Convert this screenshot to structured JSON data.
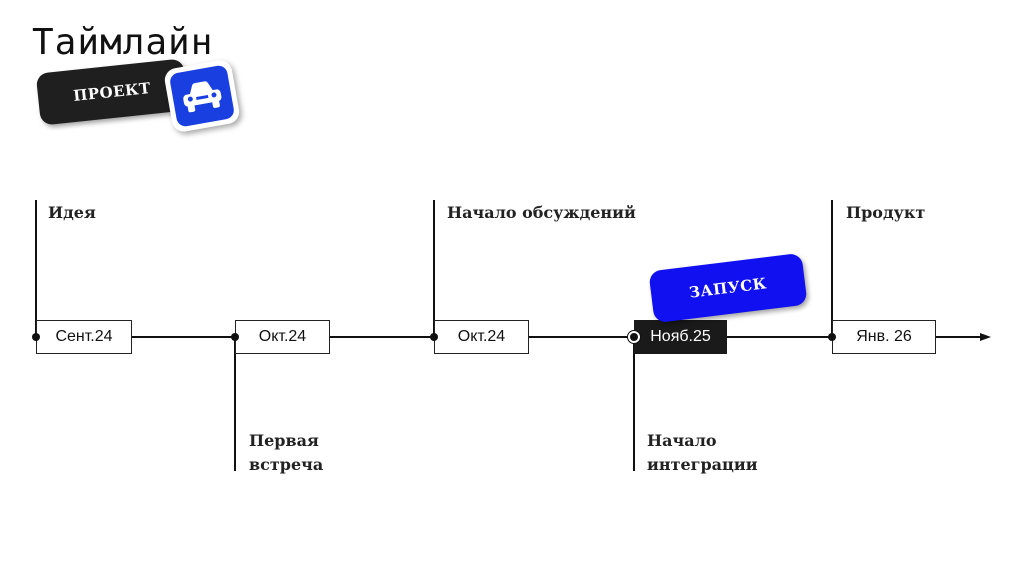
{
  "title": "Таймлайн",
  "tags": {
    "project": "ПРОЕКТ",
    "launch": "ЗАПУСК",
    "car_icon": "car-icon"
  },
  "milestones": [
    {
      "date": "Сент.24",
      "label": "Идея",
      "position": "above"
    },
    {
      "date": "Окт.24",
      "label": "Первая встреча",
      "position": "below"
    },
    {
      "date": "Окт.24",
      "label": "Начало обсуждений",
      "position": "above"
    },
    {
      "date": "Нояб.25",
      "label": "Начало интеграции",
      "position": "below",
      "highlight": true
    },
    {
      "date": "Янв. 26",
      "label": "Продукт",
      "position": "above"
    }
  ],
  "colors": {
    "accent_blue": "#1010f0",
    "dark": "#1a1a1a",
    "badge_blue": "#1a3fe0"
  }
}
